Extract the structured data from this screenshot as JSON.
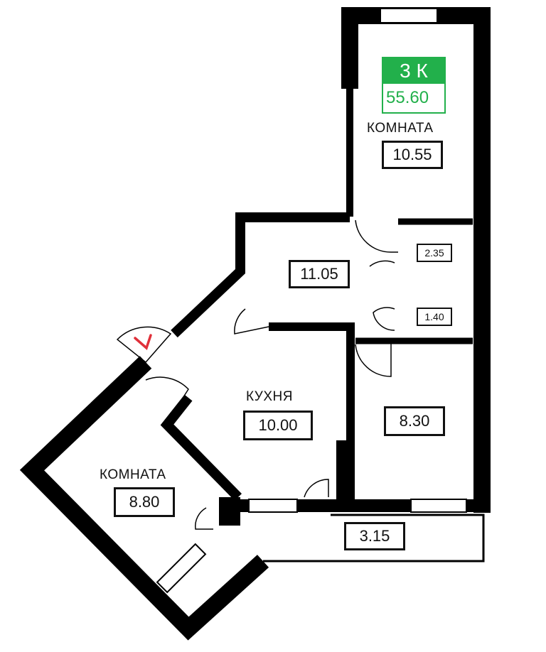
{
  "badge": {
    "rooms": "3 К",
    "total_area": "55.60",
    "color": "#22b04b"
  },
  "rooms": [
    {
      "name": "КОМНАТА",
      "area": "10.55"
    },
    {
      "name": "",
      "area": "11.05"
    },
    {
      "name": "",
      "area": "2.35"
    },
    {
      "name": "",
      "area": "1.40"
    },
    {
      "name": "КУХНЯ",
      "area": "10.00"
    },
    {
      "name": "",
      "area": "8.30"
    },
    {
      "name": "КОМНАТА",
      "area": "8.80"
    },
    {
      "name": "",
      "area": "3.15"
    }
  ],
  "entrance_mark_color": "#e0303a"
}
